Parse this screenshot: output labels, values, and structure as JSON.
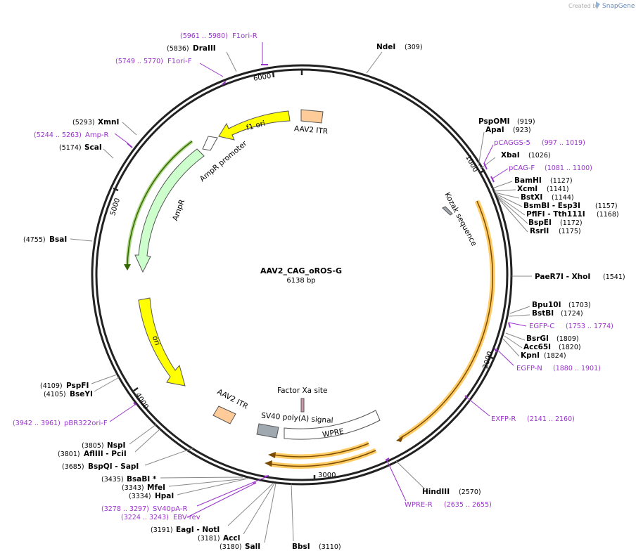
{
  "header": {
    "created_by": "Created by",
    "brand": "SnapGene"
  },
  "plasmid": {
    "name": "AAV2_CAG_oROS-G",
    "size_label": "6138 bp",
    "length": 6138
  },
  "ticks": [
    "1000",
    "2000",
    "3000",
    "4000",
    "5000",
    "6000"
  ],
  "enzymes": [
    {
      "name": "NdeI",
      "pos": "(309)"
    },
    {
      "name": "PspOMI",
      "pos": "(919)"
    },
    {
      "name": "ApaI",
      "pos": "(923)"
    },
    {
      "name": "XbaI",
      "pos": "(1026)"
    },
    {
      "name": "BamHI",
      "pos": "(1127)"
    },
    {
      "name": "XcmI",
      "pos": "(1141)"
    },
    {
      "name": "BstXI",
      "pos": "(1144)"
    },
    {
      "name": "BsmBI - Esp3I",
      "pos": "(1157)"
    },
    {
      "name": "PflFI - Tth111I",
      "pos": "(1168)"
    },
    {
      "name": "BspEI",
      "pos": "(1172)"
    },
    {
      "name": "RsrII",
      "pos": "(1175)"
    },
    {
      "name": "PaeR7I - XhoI",
      "pos": "(1541)"
    },
    {
      "name": "Bpu10I",
      "pos": "(1703)"
    },
    {
      "name": "BstBI",
      "pos": "(1724)"
    },
    {
      "name": "BsrGI",
      "pos": "(1809)"
    },
    {
      "name": "Acc65I",
      "pos": "(1820)"
    },
    {
      "name": "KpnI",
      "pos": "(1824)"
    },
    {
      "name": "HindIII",
      "pos": "(2570)"
    },
    {
      "name": "BbsI",
      "pos": "(3110)"
    },
    {
      "name": "SalI",
      "pos": "(3180)"
    },
    {
      "name": "AccI",
      "pos": "(3181)"
    },
    {
      "name": "EagI - NotI",
      "pos": "(3191)"
    },
    {
      "name": "HpaI",
      "pos": "(3334)"
    },
    {
      "name": "MfeI",
      "pos": "(3343)"
    },
    {
      "name": "BsaBI *",
      "pos": "(3435)"
    },
    {
      "name": "BspQI - SapI",
      "pos": "(3685)"
    },
    {
      "name": "AflIII - PciI",
      "pos": "(3801)"
    },
    {
      "name": "NspI",
      "pos": "(3805)"
    },
    {
      "name": "BseYI",
      "pos": "(4105)"
    },
    {
      "name": "PspFI",
      "pos": "(4109)"
    },
    {
      "name": "BsaI",
      "pos": "(4755)"
    },
    {
      "name": "ScaI",
      "pos": "(5174)"
    },
    {
      "name": "XmnI",
      "pos": "(5293)"
    },
    {
      "name": "DraIII",
      "pos": "(5836)"
    }
  ],
  "primers": [
    {
      "name": "F1ori-R",
      "pos": "(5961 .. 5980)"
    },
    {
      "name": "F1ori-F",
      "pos": "(5749 .. 5770)"
    },
    {
      "name": "Amp-R",
      "pos": "(5244 .. 5263)"
    },
    {
      "name": "pCAGGS-5",
      "pos": "(997 .. 1019)"
    },
    {
      "name": "pCAG-F",
      "pos": "(1081 .. 1100)"
    },
    {
      "name": "EGFP-C",
      "pos": "(1753 .. 1774)"
    },
    {
      "name": "EGFP-N",
      "pos": "(1880 .. 1901)"
    },
    {
      "name": "EXFP-R",
      "pos": "(2141 .. 2160)"
    },
    {
      "name": "WPRE-R",
      "pos": "(2635 .. 2655)"
    },
    {
      "name": "SV40pA-R",
      "pos": "(3278 .. 3297)"
    },
    {
      "name": "EBV-rev",
      "pos": "(3224 .. 3243)"
    },
    {
      "name": "pBR322ori-F",
      "pos": "(3942 .. 3961)"
    }
  ],
  "features": {
    "f1_ori": "f1 ori",
    "aav2_itr_top": "AAV2 ITR",
    "ampr_promoter": "AmpR promoter",
    "ampr": "AmpR",
    "ori": "ori",
    "aav2_itr_bottom": "AAV2 ITR",
    "kozak": "Kozak sequence",
    "factor_xa": "Factor Xa site",
    "sv40_polya": "SV40 poly(A) signal",
    "wpre": "WPRE"
  },
  "colors": {
    "backbone": "#222222",
    "primer": "#9933cc",
    "ori": "#ffff00",
    "ampr": "#ccffcc",
    "itr": "#ffcc99",
    "cds": "#ffcc66",
    "polya": "#a0a8b0",
    "misc": "#ffffff"
  }
}
